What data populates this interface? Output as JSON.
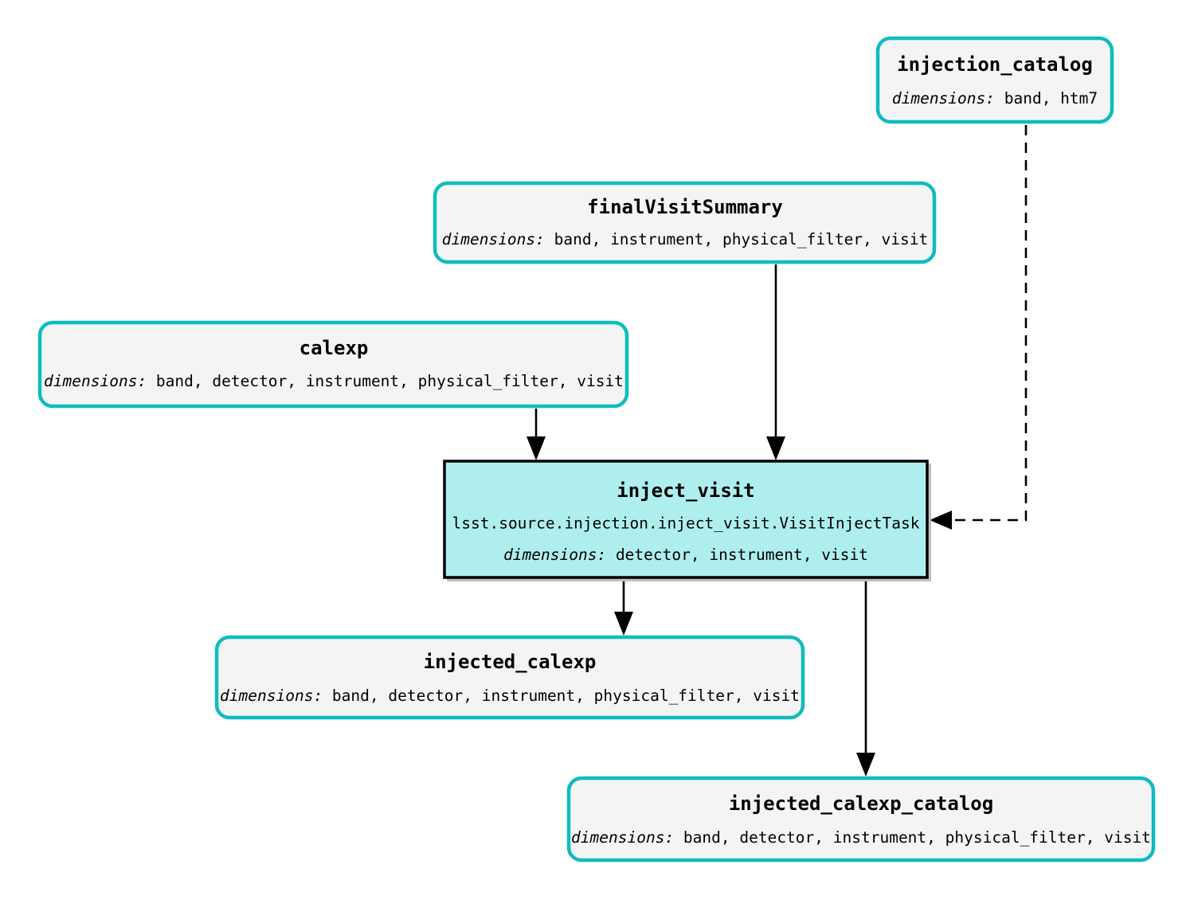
{
  "diagram": {
    "type": "pipeline-graph",
    "background_color": "#ffffff",
    "dataset_border_color": "#0fbcc0",
    "dataset_fill_color": "#f4f4f4",
    "task_fill_color": "#afeeee",
    "task_border_color": "#000000",
    "dimensions_label": "dimensions:",
    "nodes": {
      "injection_catalog": {
        "title": "injection_catalog",
        "dimensions": " band, htm7",
        "kind": "dataset"
      },
      "final_visit_summary": {
        "title": "finalVisitSummary",
        "dimensions": " band, instrument, physical_filter, visit",
        "kind": "dataset"
      },
      "calexp": {
        "title": "calexp",
        "dimensions": " band, detector, instrument, physical_filter, visit",
        "kind": "dataset"
      },
      "inject_visit": {
        "title": "inject_visit",
        "task_class": "lsst.source.injection.inject_visit.VisitInjectTask",
        "dimensions": " detector, instrument, visit",
        "kind": "task"
      },
      "injected_calexp": {
        "title": "injected_calexp",
        "dimensions": " band, detector, instrument, physical_filter, visit",
        "kind": "dataset"
      },
      "injected_calexp_catalog": {
        "title": "injected_calexp_catalog",
        "dimensions": " band, detector, instrument, physical_filter, visit",
        "kind": "dataset"
      }
    },
    "edges": [
      {
        "from": "calexp",
        "to": "inject_visit",
        "style": "solid"
      },
      {
        "from": "final_visit_summary",
        "to": "inject_visit",
        "style": "solid"
      },
      {
        "from": "injection_catalog",
        "to": "inject_visit",
        "style": "dashed"
      },
      {
        "from": "inject_visit",
        "to": "injected_calexp",
        "style": "solid"
      },
      {
        "from": "inject_visit",
        "to": "injected_calexp_catalog",
        "style": "solid"
      }
    ]
  }
}
